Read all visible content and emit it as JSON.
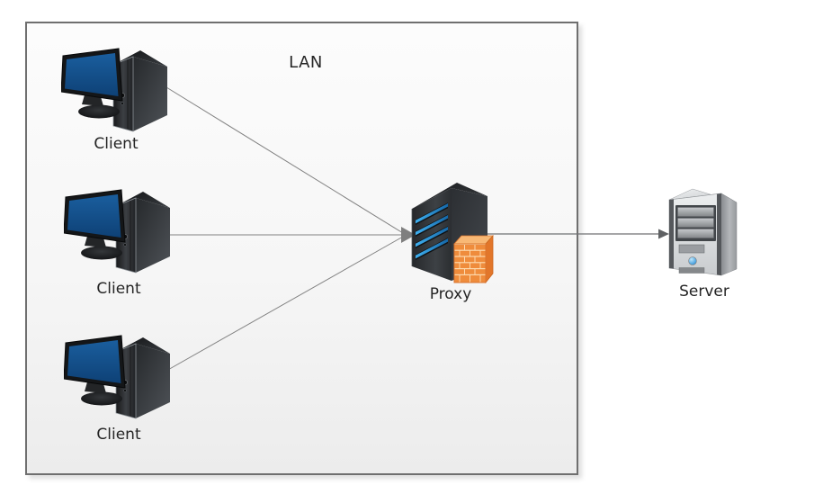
{
  "lan": {
    "label": "LAN"
  },
  "nodes": {
    "client1": {
      "label": "Client"
    },
    "client2": {
      "label": "Client"
    },
    "client3": {
      "label": "Client"
    },
    "proxy": {
      "label": "Proxy"
    },
    "server": {
      "label": "Server"
    }
  },
  "connections": [
    {
      "from": "client1",
      "to": "proxy",
      "arrow": true
    },
    {
      "from": "client2",
      "to": "proxy",
      "arrow": true
    },
    {
      "from": "client3",
      "to": "proxy",
      "arrow": true
    },
    {
      "from": "proxy",
      "to": "server",
      "arrow": true
    }
  ],
  "colors": {
    "lan_border": "#6f6f6f",
    "lan_fill_top": "#fcfcfc",
    "lan_fill_bottom": "#ececec",
    "connector_line": "#828282",
    "connector_arrow": "#7f7f7f",
    "client_screen_blue": "#15508c",
    "tower_dark": "#2e3134",
    "proxy_bay_blue": "#2f9ad8",
    "firewall_orange": "#ef8c3c",
    "firewall_mortar": "#fcd9ad",
    "server_body_gray": "#dcdee0",
    "server_panel_dark": "#42464a",
    "server_power_blue": "#45a7ea",
    "label_text": "#242424"
  }
}
